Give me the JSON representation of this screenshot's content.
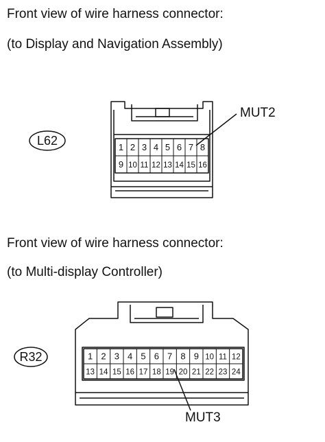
{
  "connector_l62": {
    "caption_line1": "Front view of wire harness connector:",
    "caption_line2": "(to Display and Navigation Assembly)",
    "id": "L62",
    "pins_row1": [
      "1",
      "2",
      "3",
      "4",
      "5",
      "6",
      "7",
      "8"
    ],
    "pins_row2": [
      "9",
      "10",
      "11",
      "12",
      "13",
      "14",
      "15",
      "16"
    ],
    "callout": "MUT2"
  },
  "connector_r32": {
    "caption_line1": "Front view of wire harness connector:",
    "caption_line2": "(to Multi-display Controller)",
    "id": "R32",
    "pins_row1": [
      "1",
      "2",
      "3",
      "4",
      "5",
      "6",
      "7",
      "8",
      "9",
      "10",
      "11",
      "12"
    ],
    "pins_row2": [
      "13",
      "14",
      "15",
      "16",
      "17",
      "18",
      "19",
      "20",
      "21",
      "22",
      "23",
      "24"
    ],
    "callout": "MUT3"
  }
}
